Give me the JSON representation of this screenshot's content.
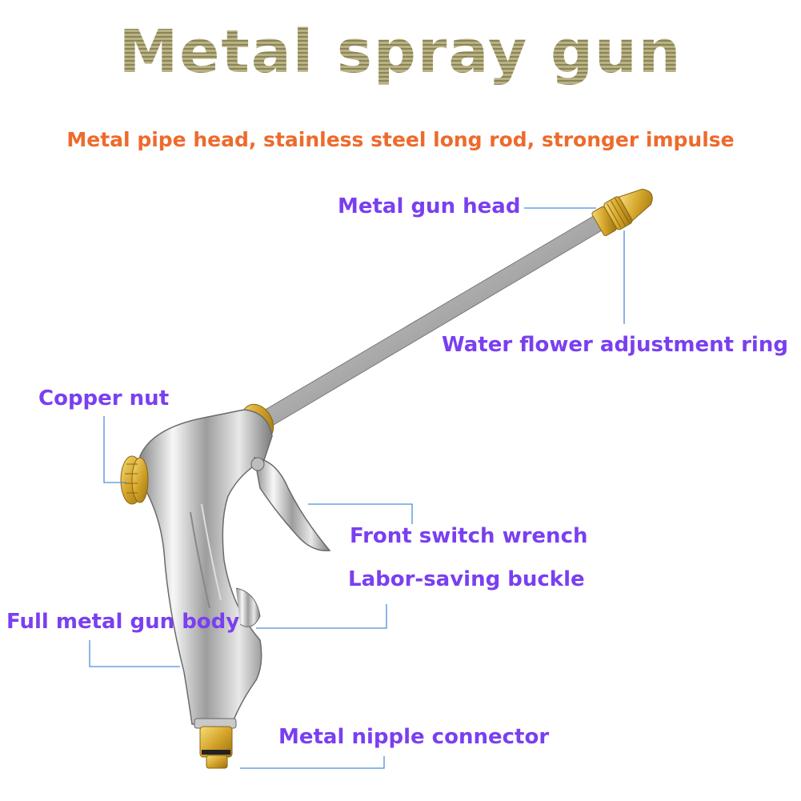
{
  "title": "Metal spray gun",
  "subtitle": "Metal pipe head, stainless steel long rod, stronger impulse",
  "callouts": {
    "gun_head": "Metal gun head",
    "adjust_ring": "Water flower adjustment ring",
    "copper_nut": "Copper nut",
    "front_switch": "Front switch wrench",
    "buckle": "Labor-saving buckle",
    "gun_body": "Full metal gun body",
    "nipple": "Metal nipple connector"
  },
  "colors": {
    "title": "#a6a070",
    "subtitle": "#ee6a2c",
    "callout": "#7a3ff0",
    "leader_line": "#4a8fd8",
    "brass": "#d9b23a",
    "chrome": "#c9c9c9"
  }
}
